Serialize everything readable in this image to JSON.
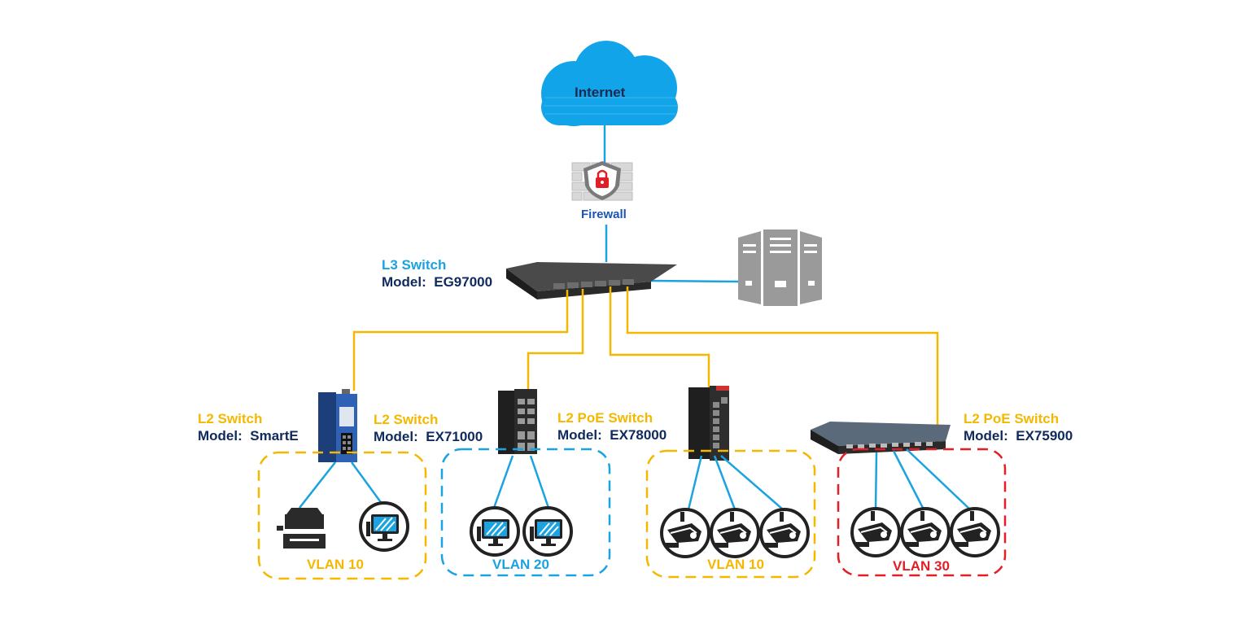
{
  "colors": {
    "yellow": "#f5b800",
    "blue": "#1aa3e0",
    "red": "#e01f26",
    "navy": "#0f2a5c",
    "cloud": "#12a4e8"
  },
  "cloud": {
    "label": "Internet",
    "icon": "cloud-icon"
  },
  "firewall": {
    "label": "Firewall",
    "icon": "firewall-shield-lock-icon"
  },
  "core_switch": {
    "role": "L3 Switch",
    "model_prefix": "Model:",
    "model": "EG97000"
  },
  "servers": {
    "icon": "server-tower-icon"
  },
  "access_switches": [
    {
      "role": "L2 Switch",
      "model_prefix": "Model:",
      "model": "SmartE"
    },
    {
      "role": "L2 Switch",
      "model_prefix": "Model:",
      "model": "EX71000"
    },
    {
      "role": "L2 PoE Switch",
      "model_prefix": "Model:",
      "model": "EX78000"
    },
    {
      "role": "L2 PoE Switch",
      "model_prefix": "Model:",
      "model": "EX75900"
    }
  ],
  "vlans": [
    {
      "label": "VLAN 10",
      "color": "yellow",
      "devices": [
        "printer-icon",
        "monitor-icon"
      ]
    },
    {
      "label": "VLAN 20",
      "color": "blue",
      "devices": [
        "monitor-icon",
        "monitor-icon"
      ]
    },
    {
      "label": "VLAN 10",
      "color": "yellow",
      "devices": [
        "camera-icon",
        "camera-icon",
        "camera-icon"
      ]
    },
    {
      "label": "VLAN 30",
      "color": "red",
      "devices": [
        "camera-icon",
        "camera-icon",
        "camera-icon"
      ]
    }
  ]
}
